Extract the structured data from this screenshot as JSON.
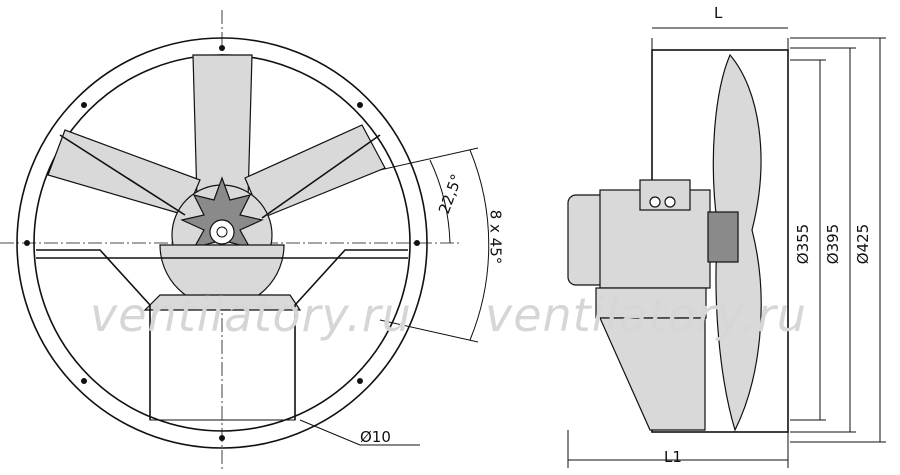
{
  "watermarks": {
    "left": "ventilatory.ru",
    "right": "ventilatory.ru"
  },
  "dimensions": {
    "L": "L",
    "L1": "L1",
    "d355": "Ø355",
    "d395": "Ø395",
    "d425": "Ø425",
    "d10": "Ø10",
    "angle": "22,5°",
    "holes": "8 x 45°"
  }
}
